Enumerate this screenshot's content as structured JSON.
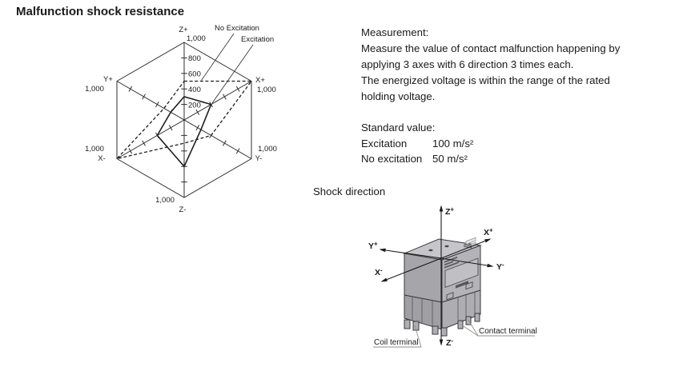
{
  "title": "Malfunction shock resistance",
  "measurement": {
    "heading": "Measurement:",
    "lines": [
      "Measure the value of contact malfunction happening by",
      "applying 3 axes with 6 direction 3 times each.",
      "The energized voltage is within the range of the rated",
      "holding voltage."
    ]
  },
  "standard_value": {
    "heading": "Standard value:",
    "rows": [
      {
        "label": "Excitation",
        "value": "100 m/s²"
      },
      {
        "label": "No excitation",
        "value": "50 m/s²"
      }
    ]
  },
  "shock_direction": {
    "heading": "Shock direction",
    "axis_labels": {
      "z_plus": "Z+",
      "x_plus": "X+",
      "y_plus": "Y+",
      "x_minus": "X-",
      "y_minus": "Y-",
      "z_minus": "Z-"
    },
    "callouts": {
      "coil": "Coil terminal",
      "contact": "Contact terminal"
    }
  },
  "chart_data": {
    "type": "radar",
    "axes": [
      "Z+",
      "X+",
      "Y-",
      "Z-",
      "X-",
      "Y+"
    ],
    "max": 1000,
    "tick_interval": 200,
    "axis_tick_labels": [
      "200",
      "400",
      "600",
      "800"
    ],
    "vertex_value_label": "1,000",
    "series": [
      {
        "name": "Excitation",
        "line_style": "solid",
        "values": {
          "Z+": 300,
          "X+": 400,
          "Y-": 250,
          "Z-": 600,
          "X-": 400,
          "Y+": 200
        }
      },
      {
        "name": "No Excitation",
        "line_style": "dashed",
        "values": {
          "Z+": 500,
          "X+": 1000,
          "Y-": 400,
          "Z-": 300,
          "X-": 1000,
          "Y+": 300
        }
      }
    ]
  }
}
